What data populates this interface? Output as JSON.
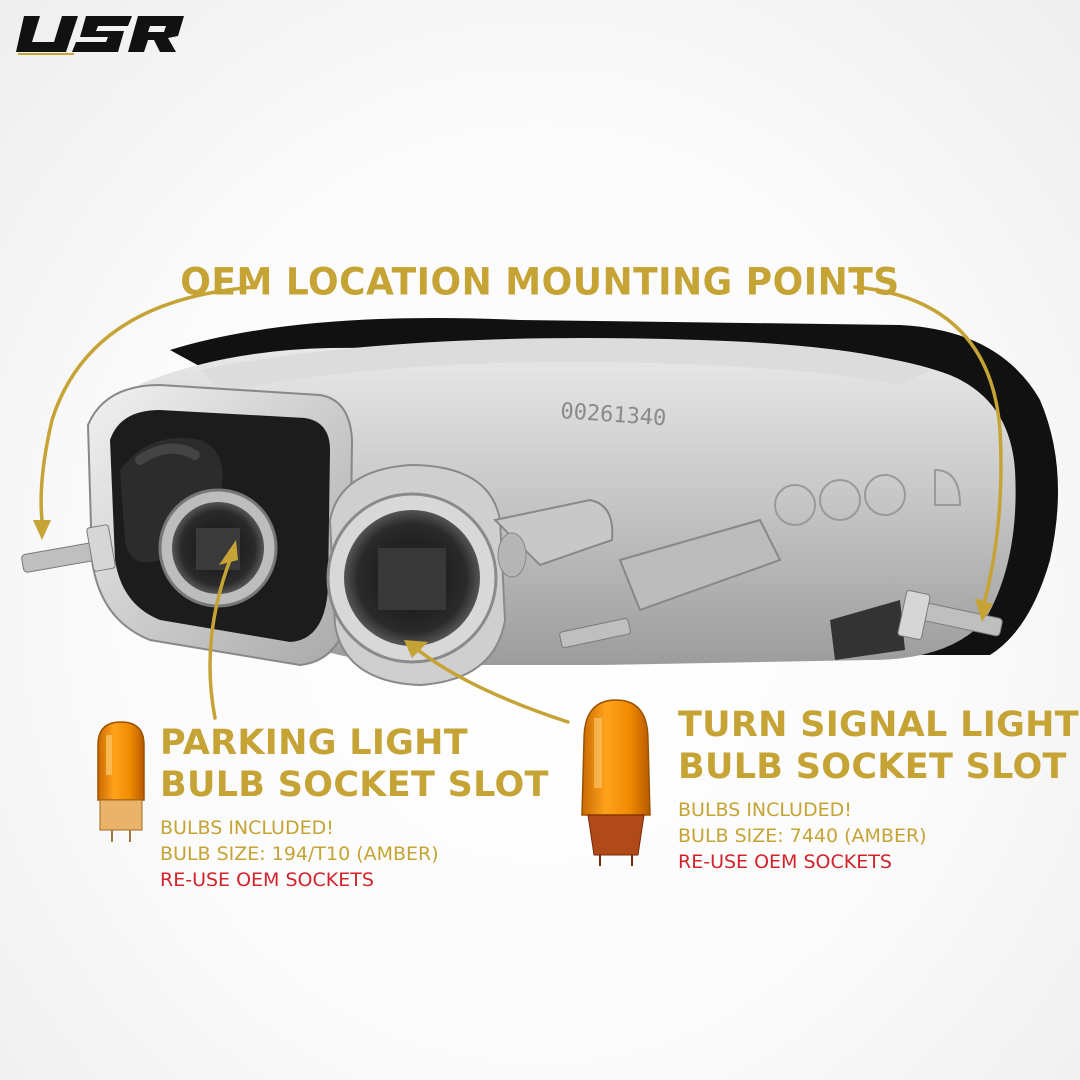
{
  "brand": {
    "logo_text": "USR",
    "gold": "#c5a334",
    "red": "#d2232a"
  },
  "headline": "OEM LOCATION MOUNTING POINTS",
  "left_callout": {
    "title_line1": "PARKING LIGHT",
    "title_line2": "BULB SOCKET SLOT",
    "line1": "BULBS INCLUDED!",
    "line2": "BULB SIZE: 194/T10 (AMBER)",
    "line3": "RE-USE OEM SOCKETS",
    "icon": "wedge-bulb-194-icon"
  },
  "right_callout": {
    "title_line1": "TURN SIGNAL LIGHT",
    "title_line2": "BULB SOCKET SLOT",
    "line1": "BULBS INCLUDED!",
    "line2": "BULB SIZE: 7440 (AMBER)",
    "line3": "RE-USE OEM SOCKETS",
    "icon": "wedge-bulb-7440-icon"
  },
  "housing_stamp": "00261340"
}
